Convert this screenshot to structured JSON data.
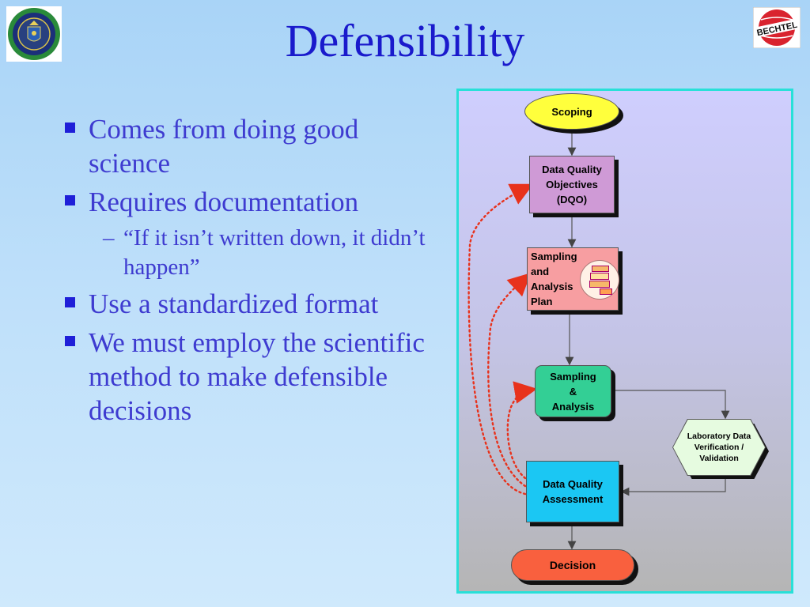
{
  "title": "Defensibility",
  "logos": {
    "left": "Department of Energy seal",
    "right_text": "BECHTEL"
  },
  "bullets": [
    {
      "level": 1,
      "text": "Comes from doing good science"
    },
    {
      "level": 1,
      "text": "Requires documentation"
    },
    {
      "level": 2,
      "text": "“If it isn’t written down, it didn’t happen”"
    },
    {
      "level": 1,
      "text": "Use a standardized format"
    },
    {
      "level": 1,
      "text": "We must employ the scientific method to make defensible decisions"
    }
  ],
  "flowchart": {
    "nodes": {
      "scoping": "Scoping",
      "dqo": "Data Quality\nObjectives\n(DQO)",
      "sap": "Sampling\nand\nAnalysis\nPlan",
      "sampling": "Sampling\n&\nAnalysis",
      "lab": "Laboratory Data\nVerification /\nValidation",
      "dqa": "Data Quality\nAssessment",
      "decision": "Decision"
    },
    "colors": {
      "border": "#28e0d8",
      "scoping": "#ffff3c",
      "dqo": "#cf9ad6",
      "sap": "#f79ea1",
      "sampling": "#33cf95",
      "lab": "#e6fbe0",
      "dqa": "#1bc7f3",
      "decision": "#f9603e",
      "feedback_arrow": "#e8321c"
    }
  }
}
